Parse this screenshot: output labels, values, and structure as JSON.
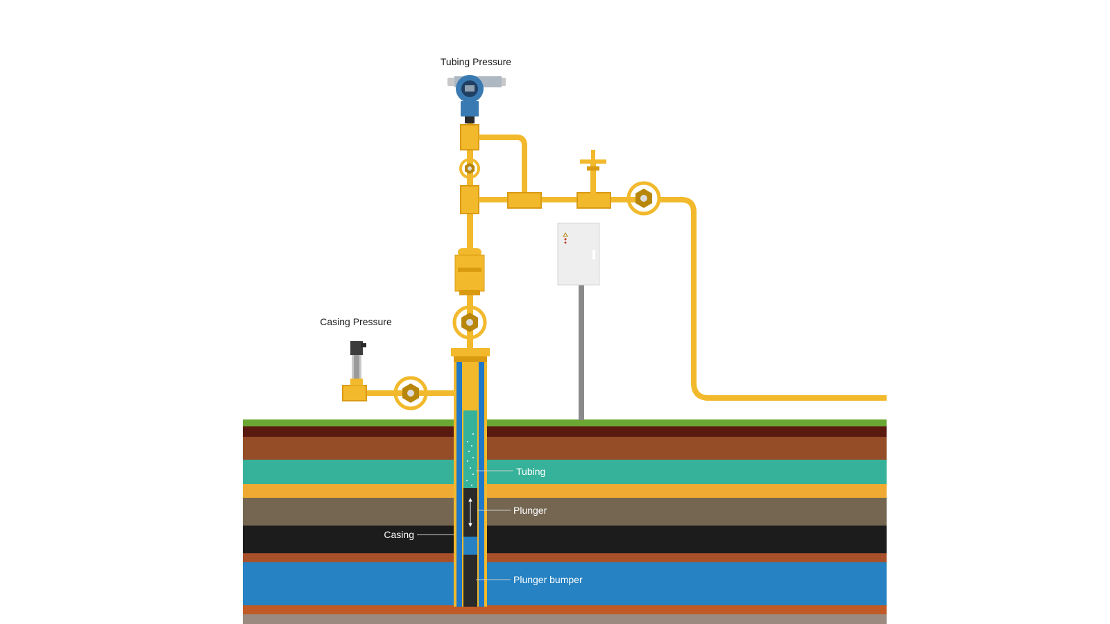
{
  "labels": {
    "tubing_pressure": "Tubing Pressure",
    "casing_pressure": "Casing Pressure",
    "tubing": "Tubing",
    "plunger": "Plunger",
    "casing": "Casing",
    "plunger_bumper": "Plunger bumper"
  },
  "colors": {
    "pipe": "#f2b92c",
    "pipe_dark": "#d99a12",
    "grass": "#6aa833",
    "soil_dark": "#5a1a10",
    "soil_brown": "#944d26",
    "teal": "#36b29a",
    "yellow_layer": "#eeaa33",
    "taupe": "#746650",
    "black_layer": "#1c1c1c",
    "rust": "#a8502a",
    "blue_layer": "#2682c2",
    "orange_bottom": "#c05a26",
    "bedrock": "#9a8a80",
    "casing_blue": "#1f78c8",
    "panel": "#eeeeee",
    "transmitter_blue": "#3a7ab2"
  },
  "icons": {
    "tubing_transmitter": "pressure-transmitter-icon",
    "casing_transmitter": "pressure-sensor-icon",
    "valve": "valve-handwheel-icon",
    "control_box": "control-panel-icon"
  }
}
